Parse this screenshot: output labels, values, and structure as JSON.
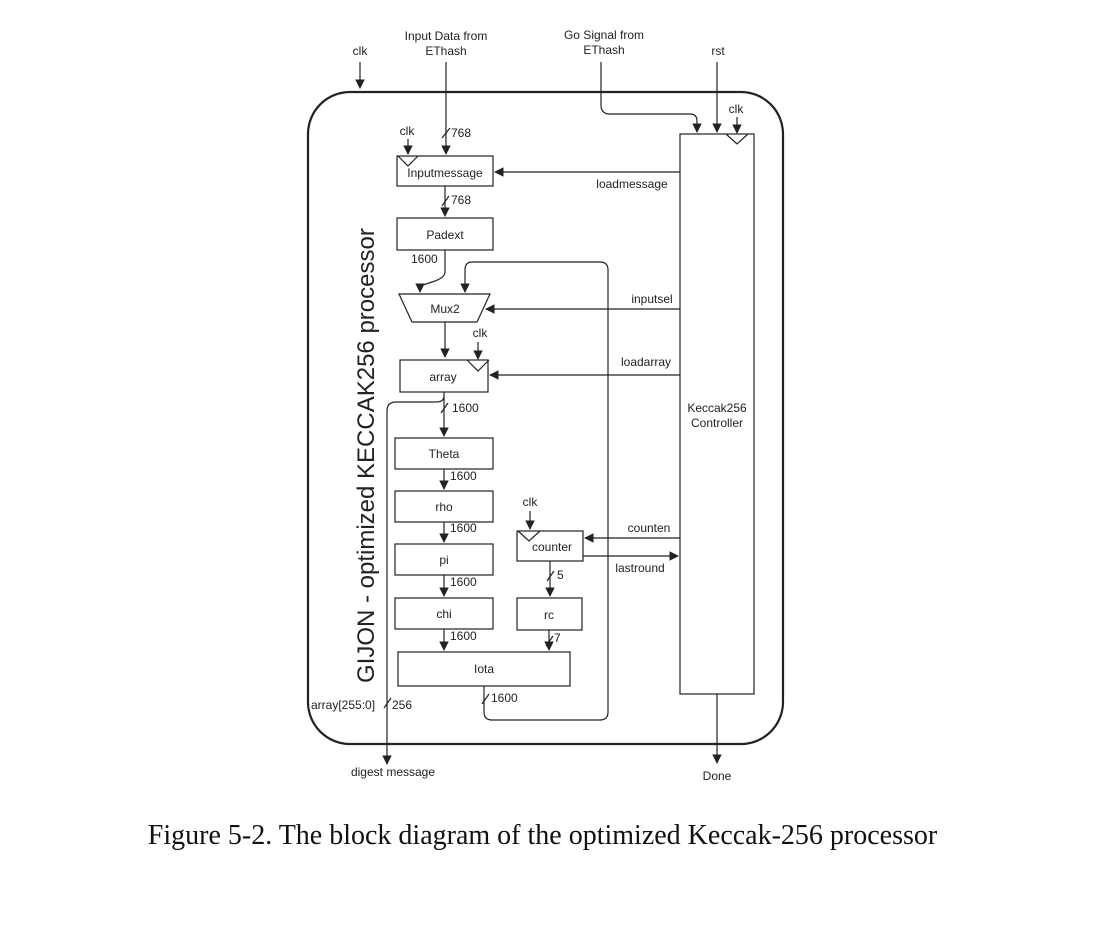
{
  "diagram": {
    "title": "GIJON - optimized KECCAK256 processor",
    "inputs": {
      "clk": "clk",
      "input_data": [
        "Input Data from",
        "EThash"
      ],
      "go_signal": [
        "Go Signal from",
        "EThash"
      ],
      "rst": "rst"
    },
    "blocks": {
      "inputmessage": "Inputmessage",
      "padext": "Padext",
      "mux2": "Mux2",
      "array": "array",
      "theta": "Theta",
      "rho": "rho",
      "pi": "pi",
      "chi": "chi",
      "iota": "Iota",
      "counter": "counter",
      "rc": "rc",
      "controller": [
        "Keccak256",
        "Controller"
      ]
    },
    "signals": {
      "loadmessage": "loadmessage",
      "inputsel": "inputsel",
      "loadarray": "loadarray",
      "counten": "counten",
      "lastround": "lastround"
    },
    "bus_widths": {
      "w768": "768",
      "w1600": "1600",
      "w256": "256",
      "w5": "5",
      "w7": "7"
    },
    "clock_labels": {
      "clk": "clk"
    },
    "outputs": {
      "array_slice": "array[255:0]",
      "digest": "digest message",
      "done": "Done"
    }
  },
  "caption": "Figure 5-2. The block diagram of the optimized Keccak-256 processor"
}
